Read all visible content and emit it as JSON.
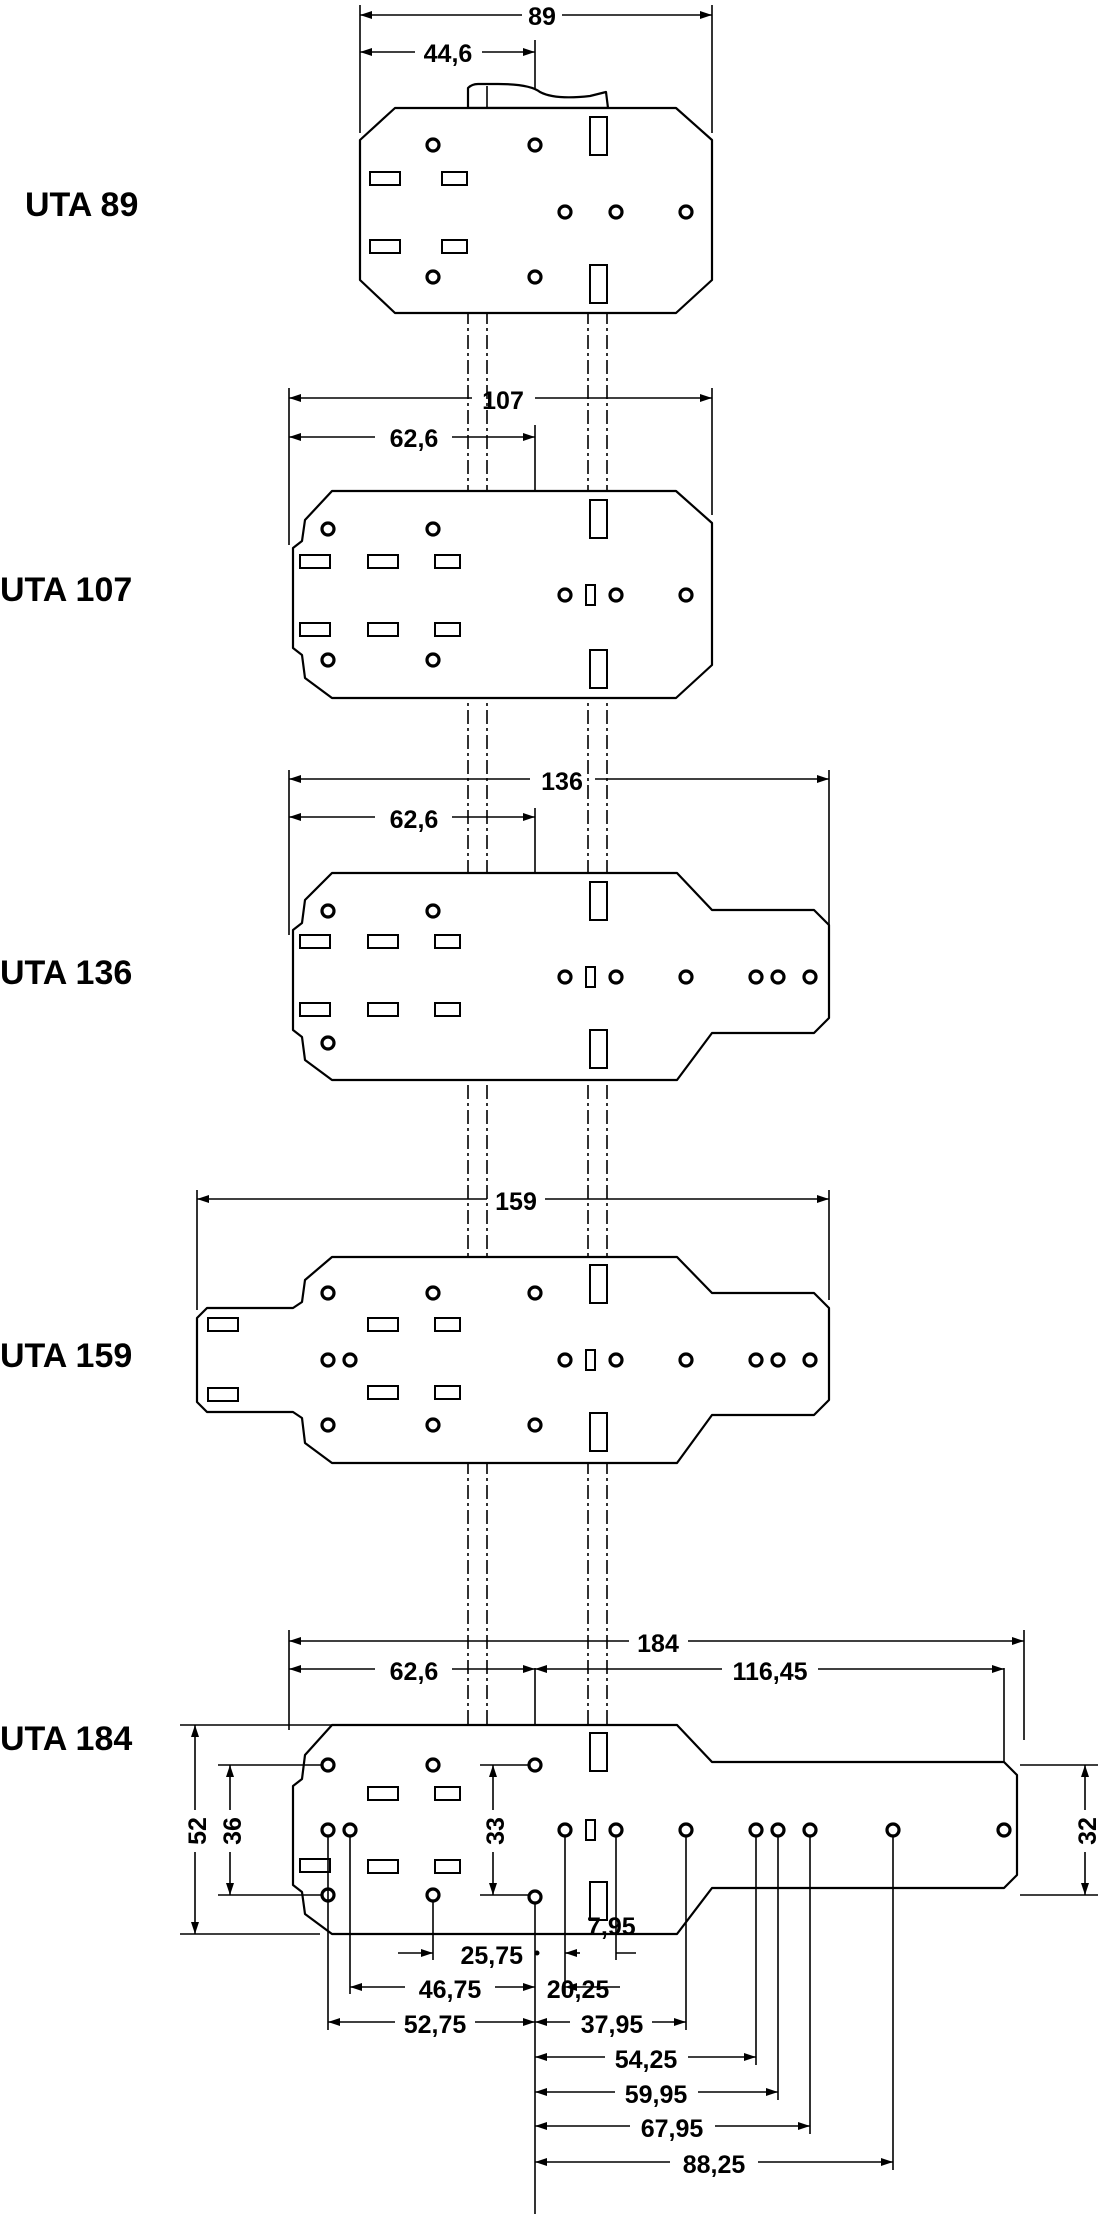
{
  "models": [
    {
      "label": "UTA 89"
    },
    {
      "label": "UTA 107"
    },
    {
      "label": "UTA 136"
    },
    {
      "label": "UTA 159"
    },
    {
      "label": "UTA 184"
    }
  ],
  "dimensions": {
    "uta89": {
      "overall": "89",
      "center": "44,6"
    },
    "uta107": {
      "overall": "107",
      "center": "62,6"
    },
    "uta136": {
      "overall": "136",
      "center": "62,6"
    },
    "uta159": {
      "overall": "159"
    },
    "uta184": {
      "overall": "184",
      "left": "62,6",
      "right": "116,45",
      "height_outer": "52",
      "height_inner": "36",
      "height_center": "33",
      "height_right": "32",
      "d_25_75": "25,75",
      "d_7_95": "7,95",
      "d_46_75": "46,75",
      "d_20_25": "20,25",
      "d_52_75": "52,75",
      "d_37_95": "37,95",
      "d_54_25": "54,25",
      "d_59_95": "59,95",
      "d_67_95": "67,95",
      "d_88_25": "88,25"
    }
  }
}
